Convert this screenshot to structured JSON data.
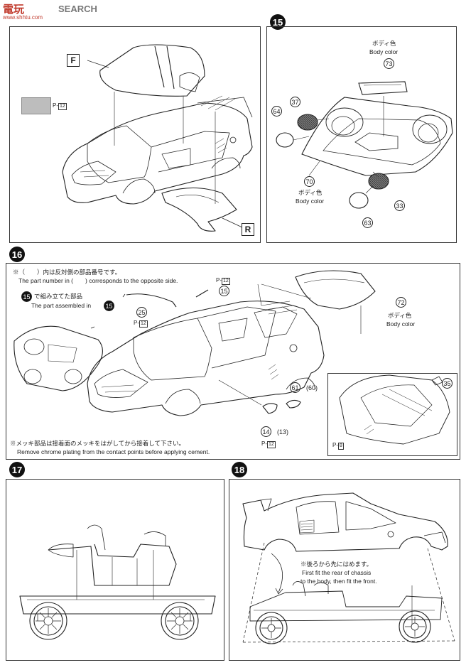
{
  "watermark": {
    "logo": "電玩",
    "brand": "SEARCH",
    "url": "www.shhtu.com"
  },
  "step_top": {
    "label_front": "F",
    "label_rear": "R",
    "paint_ref": "P-",
    "paint_ref_num": "12"
  },
  "step15": {
    "number": "15",
    "parts": {
      "p73": "73",
      "p37": "37",
      "p64": "64",
      "p70": "70",
      "p33": "33",
      "p63": "63"
    },
    "body_color_jp": "ボディ色",
    "body_color_en": "Body color"
  },
  "step16": {
    "number": "16",
    "note_opposite_jp": "※（　　）内は反対側の部品番号です。",
    "note_opposite_en": "The part number in (　　) corresponds to the opposite side.",
    "assembled_ref": "15",
    "assembled_jp": "で組み立てた部品",
    "assembled_en": "The part assembled in",
    "parts": {
      "p15": "15",
      "p25": "25",
      "p72": "72",
      "p61": "61",
      "p60": "(60)",
      "p14": "14",
      "p13": "(13)",
      "p35": "35"
    },
    "refs": {
      "r12a": "12",
      "r12b": "12",
      "r12c": "12",
      "r8": "8"
    },
    "ref_prefix": "P-",
    "body_color_jp": "ボディ色",
    "body_color_en": "Body color",
    "note_chrome_jp": "※メッキ部品は接着面のメッキをはがしてから接着して下さい。",
    "note_chrome_en": "Remove chrome plating from the contact points before applying cement."
  },
  "step17": {
    "number": "17"
  },
  "step18": {
    "number": "18",
    "note_jp": "※後ろから先にはめます。",
    "note_en1": "First fit the rear of chassis",
    "note_en2": "to the body, then fit the front."
  }
}
